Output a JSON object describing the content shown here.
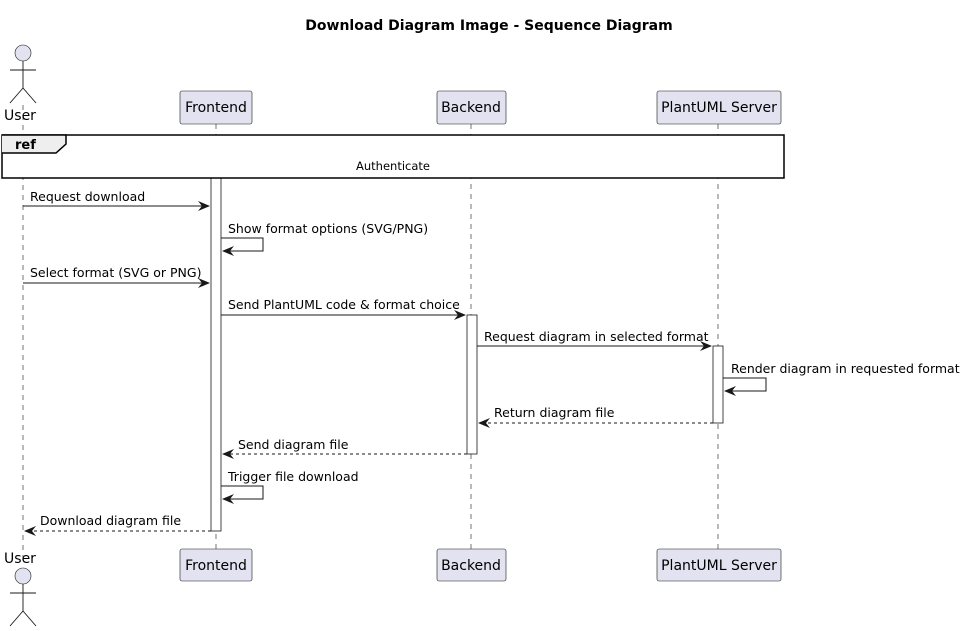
{
  "title": "Download Diagram Image - Sequence Diagram",
  "participants": {
    "user": "User",
    "frontend": "Frontend",
    "backend": "Backend",
    "plantuml": "PlantUML Server"
  },
  "ref": {
    "tag": "ref",
    "label": "Authenticate"
  },
  "messages": [
    {
      "from": "user",
      "to": "frontend",
      "label": "Request download",
      "style": "solid"
    },
    {
      "from": "frontend",
      "to": "frontend",
      "label": "Show format options (SVG/PNG)",
      "style": "solid"
    },
    {
      "from": "user",
      "to": "frontend",
      "label": "Select format (SVG or PNG)",
      "style": "solid"
    },
    {
      "from": "frontend",
      "to": "backend",
      "label": "Send PlantUML code & format choice",
      "style": "solid"
    },
    {
      "from": "backend",
      "to": "plantuml",
      "label": "Request diagram in selected format",
      "style": "solid"
    },
    {
      "from": "plantuml",
      "to": "plantuml",
      "label": "Render diagram in requested format",
      "style": "solid"
    },
    {
      "from": "plantuml",
      "to": "backend",
      "label": "Return diagram file",
      "style": "dashed"
    },
    {
      "from": "backend",
      "to": "frontend",
      "label": "Send diagram file",
      "style": "dashed"
    },
    {
      "from": "frontend",
      "to": "frontend",
      "label": "Trigger file download",
      "style": "solid"
    },
    {
      "from": "frontend",
      "to": "user",
      "label": "Download diagram file",
      "style": "dashed"
    }
  ],
  "colors": {
    "participant_fill": "#E2E2F0",
    "line": "#181818"
  }
}
